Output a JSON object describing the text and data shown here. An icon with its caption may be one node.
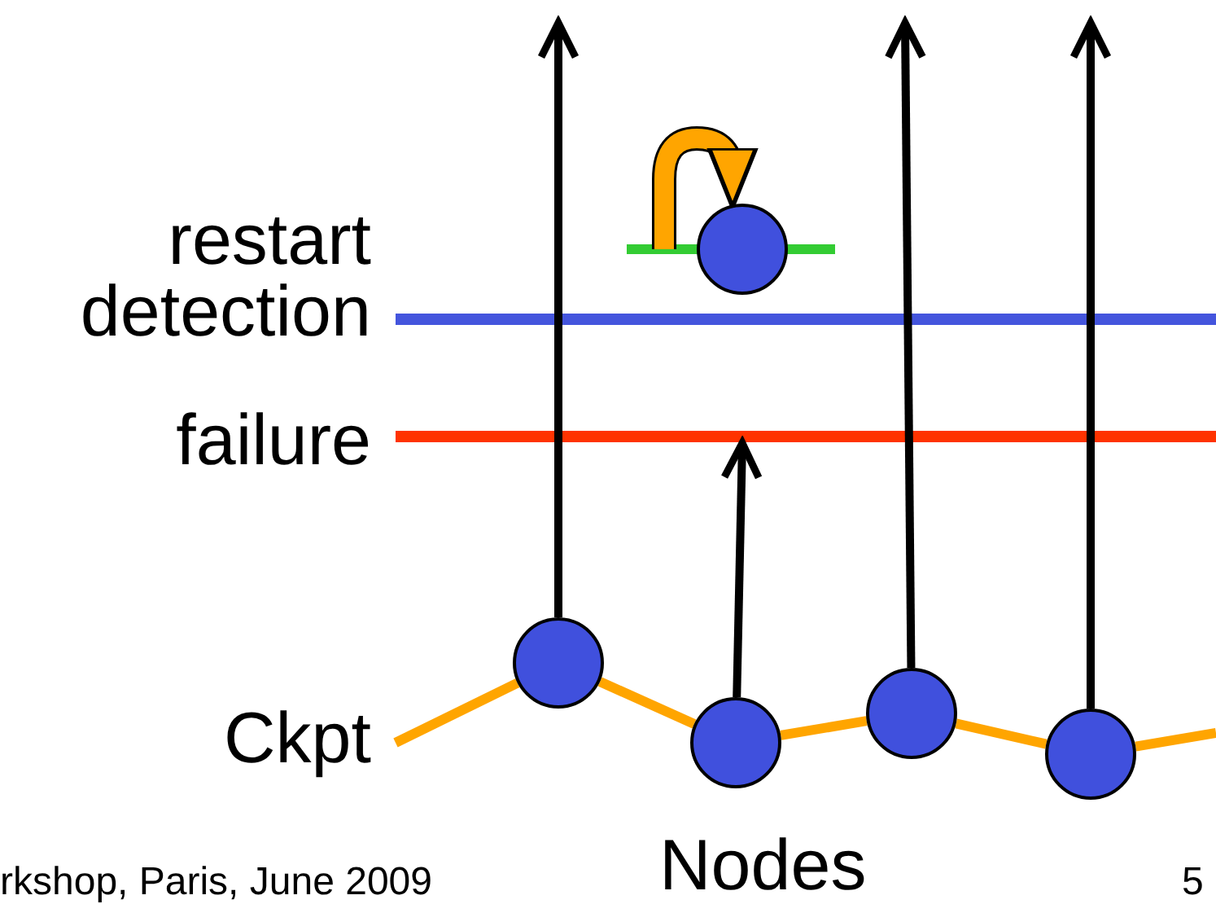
{
  "diagram": {
    "nodes": [
      {
        "text": [],
        "shape": "circle"
      },
      {
        "text": [],
        "shape": "circle"
      },
      {
        "text": [],
        "shape": "circle"
      },
      {
        "text": [],
        "shape": "circle"
      },
      {
        "text": [],
        "shape": "circle"
      }
    ],
    "edges": [
      {
        "from": 0,
        "to": null,
        "arrow": "to",
        "color": "#000000"
      },
      {
        "from": 1,
        "to": null,
        "arrow": "to",
        "color": "#000000"
      },
      {
        "from": 2,
        "to": null,
        "arrow": "to",
        "color": "#000000"
      },
      {
        "from": 3,
        "to": null,
        "arrow": "to",
        "color": "#000000"
      },
      {
        "from": null,
        "to": 0,
        "arrow": "none"
      },
      {
        "from": 0,
        "to": 1,
        "arrow": "none"
      },
      {
        "from": 1,
        "to": 2,
        "arrow": "none"
      },
      {
        "from": 2,
        "to": 3,
        "arrow": "none"
      },
      {
        "from": 3,
        "to": null,
        "arrow": "none"
      },
      {
        "from": null,
        "to": 4,
        "arrow": "to",
        "style": "thick"
      }
    ],
    "labels": [
      "restart detection",
      "failure",
      "Ckpt",
      "Nodes",
      "rkshop, Paris, June 2009",
      "5"
    ]
  }
}
